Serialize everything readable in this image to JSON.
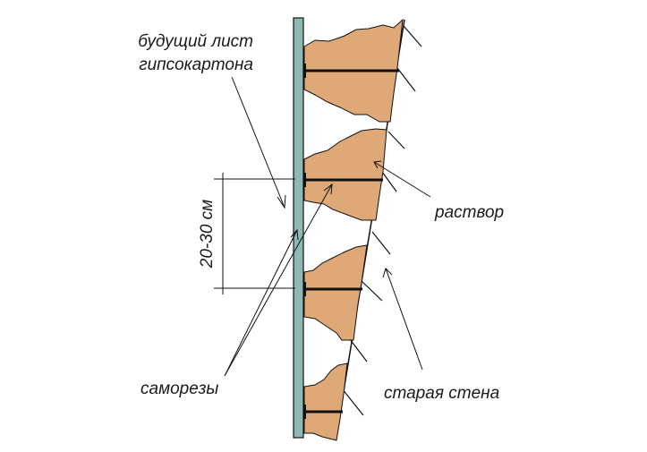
{
  "labels": {
    "drywall": "будущий лист гипсокартона",
    "drywall_line1": "будущий лист",
    "drywall_line2": "гипсокартона",
    "dimension": "20-30 см",
    "mortar": "раствор",
    "screws": "саморезы",
    "old_wall": "старая стена"
  },
  "colors": {
    "drywall_fill": "#8fb9b3",
    "mortar_fill": "#dea877",
    "line": "#111111"
  }
}
